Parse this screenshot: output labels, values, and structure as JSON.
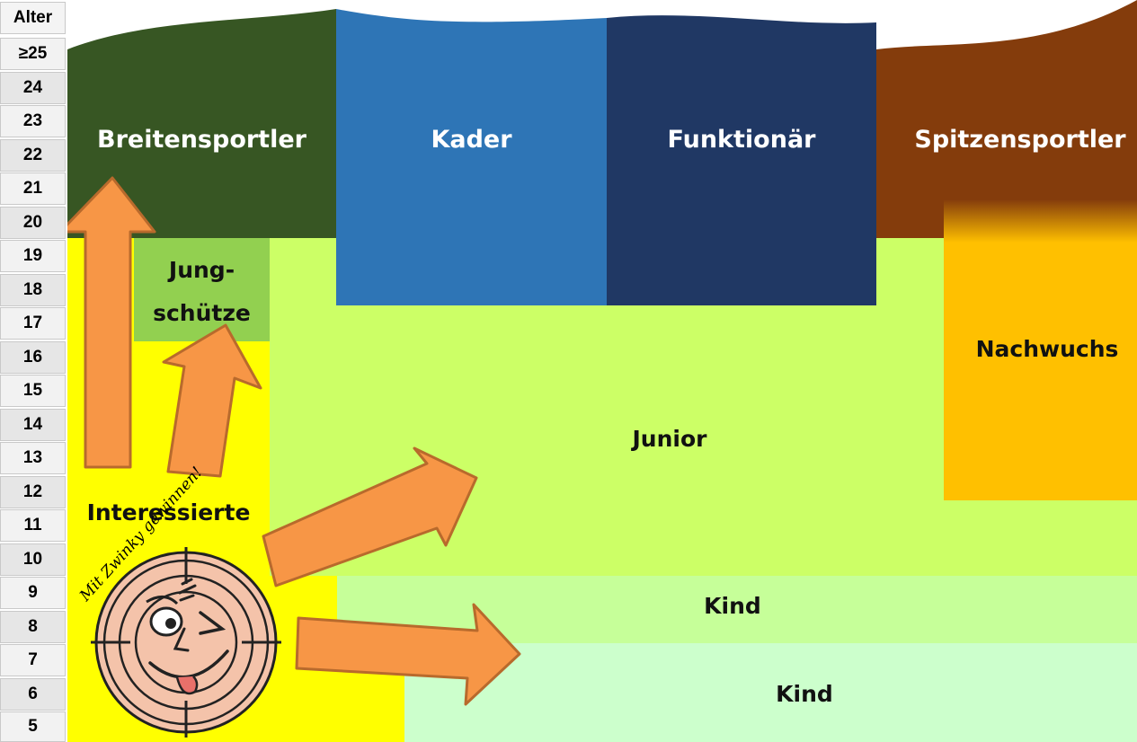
{
  "age_axis": {
    "header": "Alter",
    "labels": [
      "≥25",
      "24",
      "23",
      "22",
      "21",
      "20",
      "19",
      "18",
      "17",
      "16",
      "15",
      "14",
      "13",
      "12",
      "11",
      "10",
      "9",
      "8",
      "7",
      "6",
      "5"
    ]
  },
  "groups": {
    "breitensportler": "Breitensportler",
    "kader": "Kader",
    "funktionaer": "Funktionär",
    "spitzensportler": "Spitzensportler",
    "jungschuetze_line1": "Jung-",
    "jungschuetze_line2": "schütze",
    "nachwuchs": "Nachwuchs",
    "junior": "Junior",
    "interessierte": "Interessierte",
    "kind_upper": "Kind",
    "kind_lower": "Kind"
  },
  "mascot": {
    "slogan": "Mit Zwinky gewinnen!",
    "icon": "zwinky-target-face-icon"
  },
  "colors": {
    "breitensportler": "#375623",
    "kader": "#2e75b6",
    "funktionaer": "#203864",
    "spitzensportler": "#843c0c",
    "junior": "#ccff66",
    "jungschuetze": "#92d050",
    "nachwuchs": "#ffc000",
    "interessierte": "#ffff00",
    "kind_upper": "#c6ff99",
    "kind_lower": "#ccffcc",
    "arrow_fill": "#f79646",
    "arrow_stroke": "#b86a2c"
  }
}
